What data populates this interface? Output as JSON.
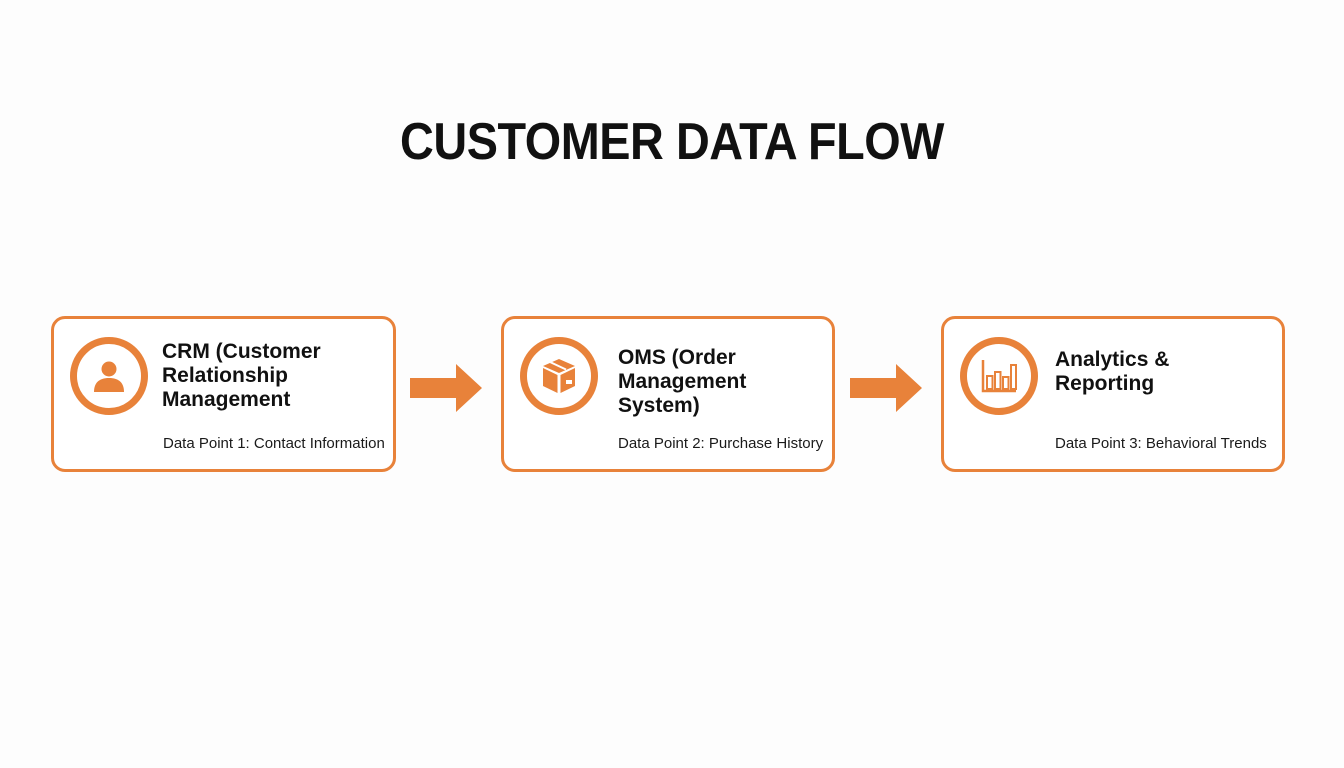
{
  "title": "CUSTOMER DATA FLOW",
  "colors": {
    "accent": "#e8823a",
    "text": "#111111",
    "background": "#fdfdfd"
  },
  "steps": [
    {
      "icon": "user-icon",
      "title": "CRM (Customer\nRelationship\nManagement",
      "data_point": "Data Point 1: Contact Information"
    },
    {
      "icon": "box-icon",
      "title": "OMS (Order\nManagement System)",
      "data_point": "Data Point 2: Purchase History"
    },
    {
      "icon": "bar-chart-icon",
      "title": "Analytics &\nReporting",
      "data_point": "Data Point 3: Behavioral Trends"
    }
  ]
}
